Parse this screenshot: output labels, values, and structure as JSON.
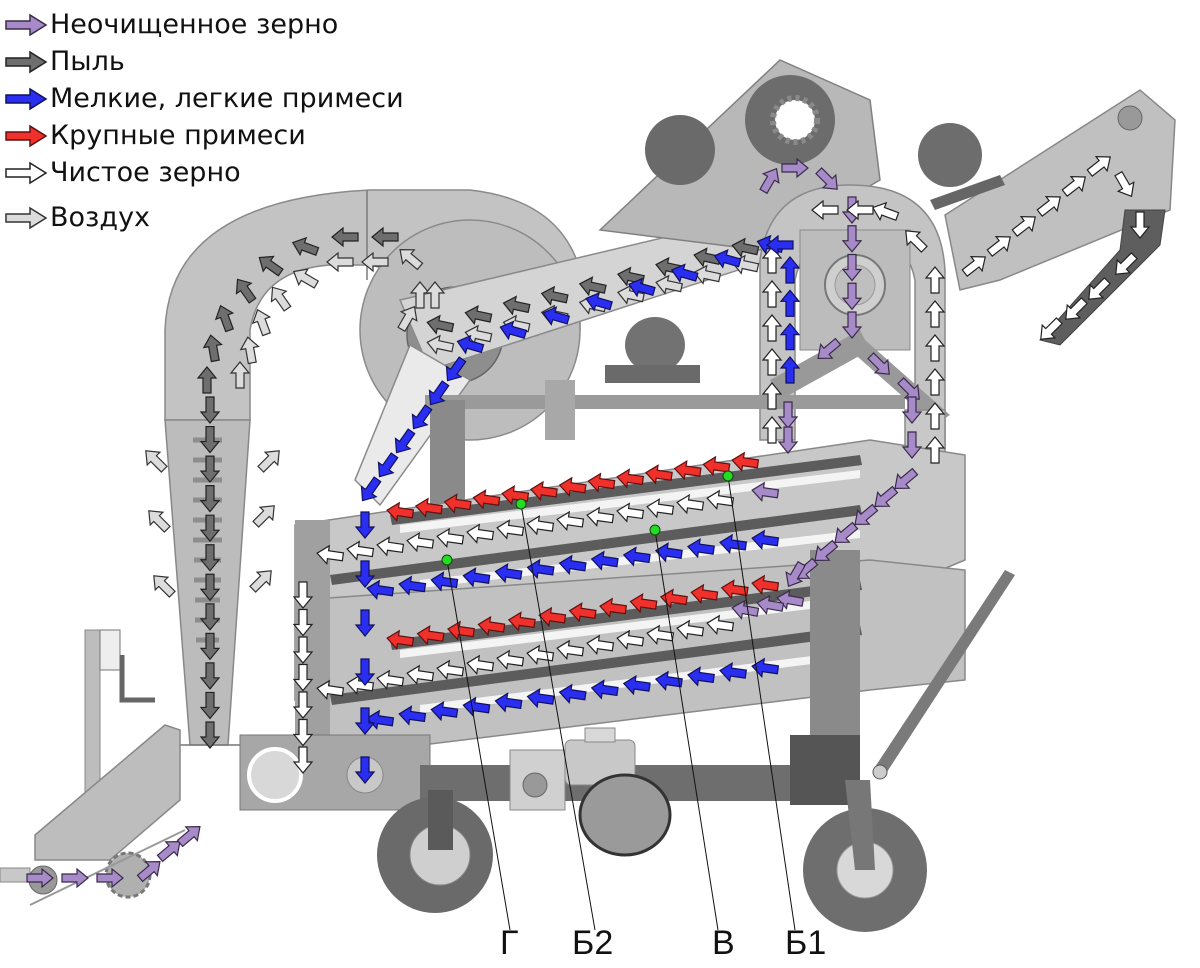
{
  "legend": [
    {
      "key": "uncleaned",
      "label": "Неочищенное зерно",
      "color": "#a78bc9",
      "stroke": "#3a2a4a"
    },
    {
      "key": "dust",
      "label": "Пыль",
      "color": "#6e6e6e",
      "stroke": "#222222"
    },
    {
      "key": "fine",
      "label": "Мелкие, легкие примеси",
      "color": "#2a2ef0",
      "stroke": "#101060"
    },
    {
      "key": "coarse",
      "label": "Крупные примеси",
      "color": "#f0302a",
      "stroke": "#601010"
    },
    {
      "key": "clean",
      "label": "Чистое зерно",
      "color": "#ffffff",
      "stroke": "#222222"
    },
    {
      "key": "air",
      "label": "Воздух",
      "color": "#dcdcdc",
      "stroke": "#333333"
    }
  ],
  "callouts": [
    {
      "id": "G",
      "label": "Г"
    },
    {
      "id": "B2",
      "label": "Б2"
    },
    {
      "id": "V",
      "label": "В"
    },
    {
      "id": "B1",
      "label": "Б1"
    }
  ],
  "colors": {
    "machine_light": "#c9c9c9",
    "machine_mid": "#a9a9a9",
    "machine_dark": "#6b6b6b",
    "machine_darker": "#555555",
    "marker": "#22dd22"
  }
}
